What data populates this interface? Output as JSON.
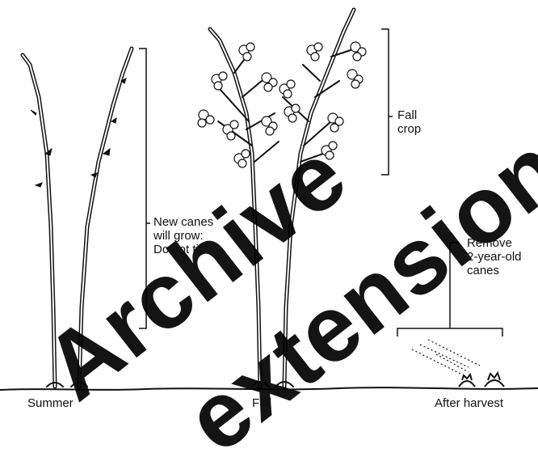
{
  "labels": {
    "summer": "Summer",
    "fall": "Fall",
    "after_harvest": "After harvest",
    "new_canes": "New canes\nwill grow:\nDo not tip",
    "fall_crop": "Fall\ncrop",
    "remove_canes": "Remove\n2-year-old\ncanes"
  },
  "watermark": {
    "line1": "Archive",
    "line2": "extension",
    "color": "#000000"
  }
}
